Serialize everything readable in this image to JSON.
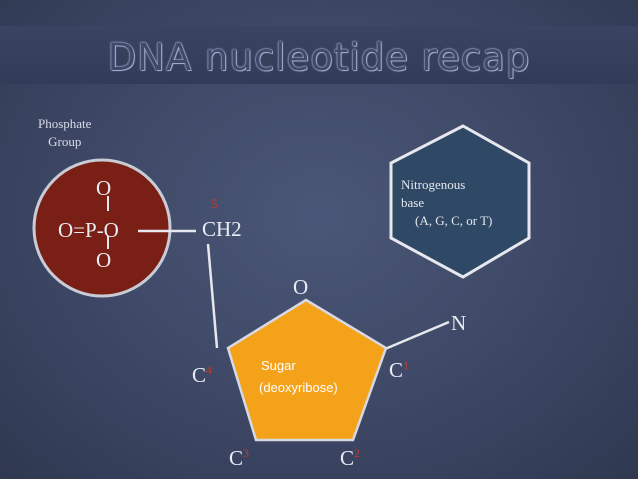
{
  "title": "DNA nucleotide recap",
  "phosphate": {
    "label_line1": "Phosphate",
    "label_line2": "Group",
    "formula_top": "O",
    "formula_middle": "O=P-O",
    "formula_bottom": "O"
  },
  "ch2": {
    "prime": "5",
    "text": "CH2"
  },
  "base": {
    "line1": "Nitrogenous",
    "line2": "base",
    "line3": "(A, G, C, or T)"
  },
  "sugar": {
    "line1": "Sugar",
    "line2": "(deoxyribose)",
    "ring_oxygen": "O",
    "n_label": "N",
    "c1": "C",
    "c1_num": "1",
    "c2": "C",
    "c2_num": "2",
    "c3": "C",
    "c3_num": "3",
    "c4": "C",
    "c4_num": "4"
  },
  "colors": {
    "background": "#3d4765",
    "phosphate_circle": "#7a1f16",
    "sugar_pentagon": "#f5a21b",
    "base_hexagon": "#2f4866",
    "accent_red": "#c33a2c"
  }
}
